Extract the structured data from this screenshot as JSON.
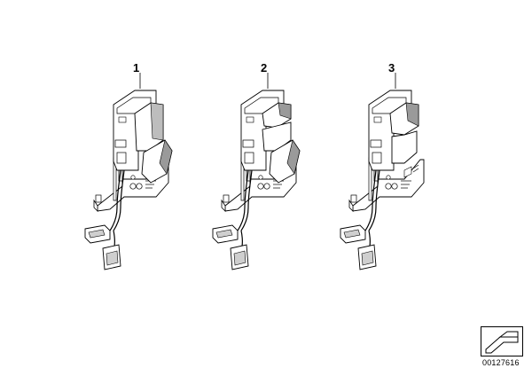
{
  "callouts": [
    "1",
    "2",
    "3"
  ],
  "reference_number": "00127616",
  "colors": {
    "line": "#000000",
    "fill": "#ffffff",
    "shade": "#9a9a9a",
    "light_shade": "#cfcfcf"
  },
  "icons": {
    "corner_symbol": "folded-sheet-icon"
  }
}
